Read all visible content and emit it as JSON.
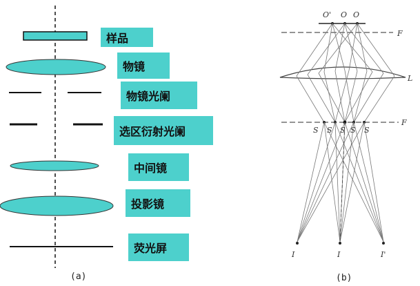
{
  "panel_a": {
    "caption": "(a)",
    "labels": {
      "specimen": "样品",
      "objective_lens": "物镜",
      "objective_aperture": "物镜光阑",
      "sad_aperture": "选区衍射光阑",
      "intermediate_lens": "中间镜",
      "projector_lens": "投影镜",
      "screen": "荧光屏"
    }
  },
  "panel_b": {
    "caption": "(b)",
    "labels": {
      "o1": "O'",
      "o2": "O",
      "o3": "O",
      "plane_f1": "F",
      "lens_l": "L",
      "plane_f2": "F",
      "s1": "S",
      "s2": "S",
      "s3": "S",
      "s4": "S",
      "s5": "S",
      "i1": "I",
      "i2": "I",
      "i3": "I'"
    }
  },
  "colors": {
    "lens_fill": "#4dd0cc",
    "label_fill": "#4dd0cc",
    "line": "#111111",
    "ray": "#666666"
  }
}
